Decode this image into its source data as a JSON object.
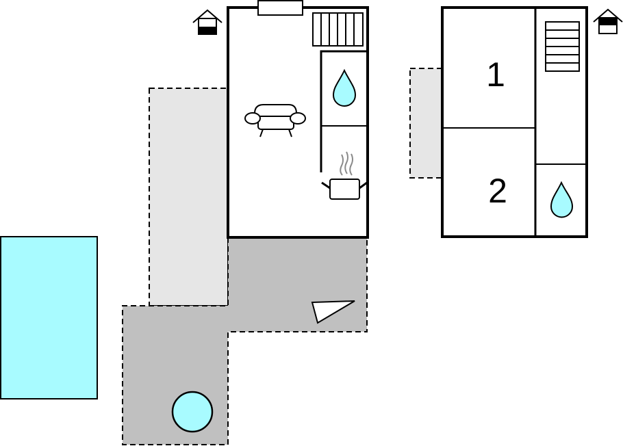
{
  "floorplan": {
    "colors": {
      "pool": "#a8fbff",
      "terrace_dark": "#c0c0c0",
      "terrace_light": "#e6e6e6",
      "wall": "#000000",
      "water_drop": "#a8fbff",
      "steam": "#8a8a8a"
    },
    "ground_floor": {
      "level_icon": "house-ground-floor-icon",
      "features": [
        "sofa-icon",
        "bathroom-water-drop-icon",
        "cooking-pot-icon",
        "staircase-icon"
      ]
    },
    "upper_floor": {
      "level_icon": "house-upper-floor-icon",
      "rooms": [
        {
          "label": "1"
        },
        {
          "label": "2"
        }
      ],
      "features": [
        "staircase-icon",
        "bathroom-water-drop-icon"
      ]
    },
    "outdoor": {
      "features": [
        "pool",
        "terrace",
        "hot-tub-icon",
        "deck-chair-icon"
      ]
    }
  }
}
